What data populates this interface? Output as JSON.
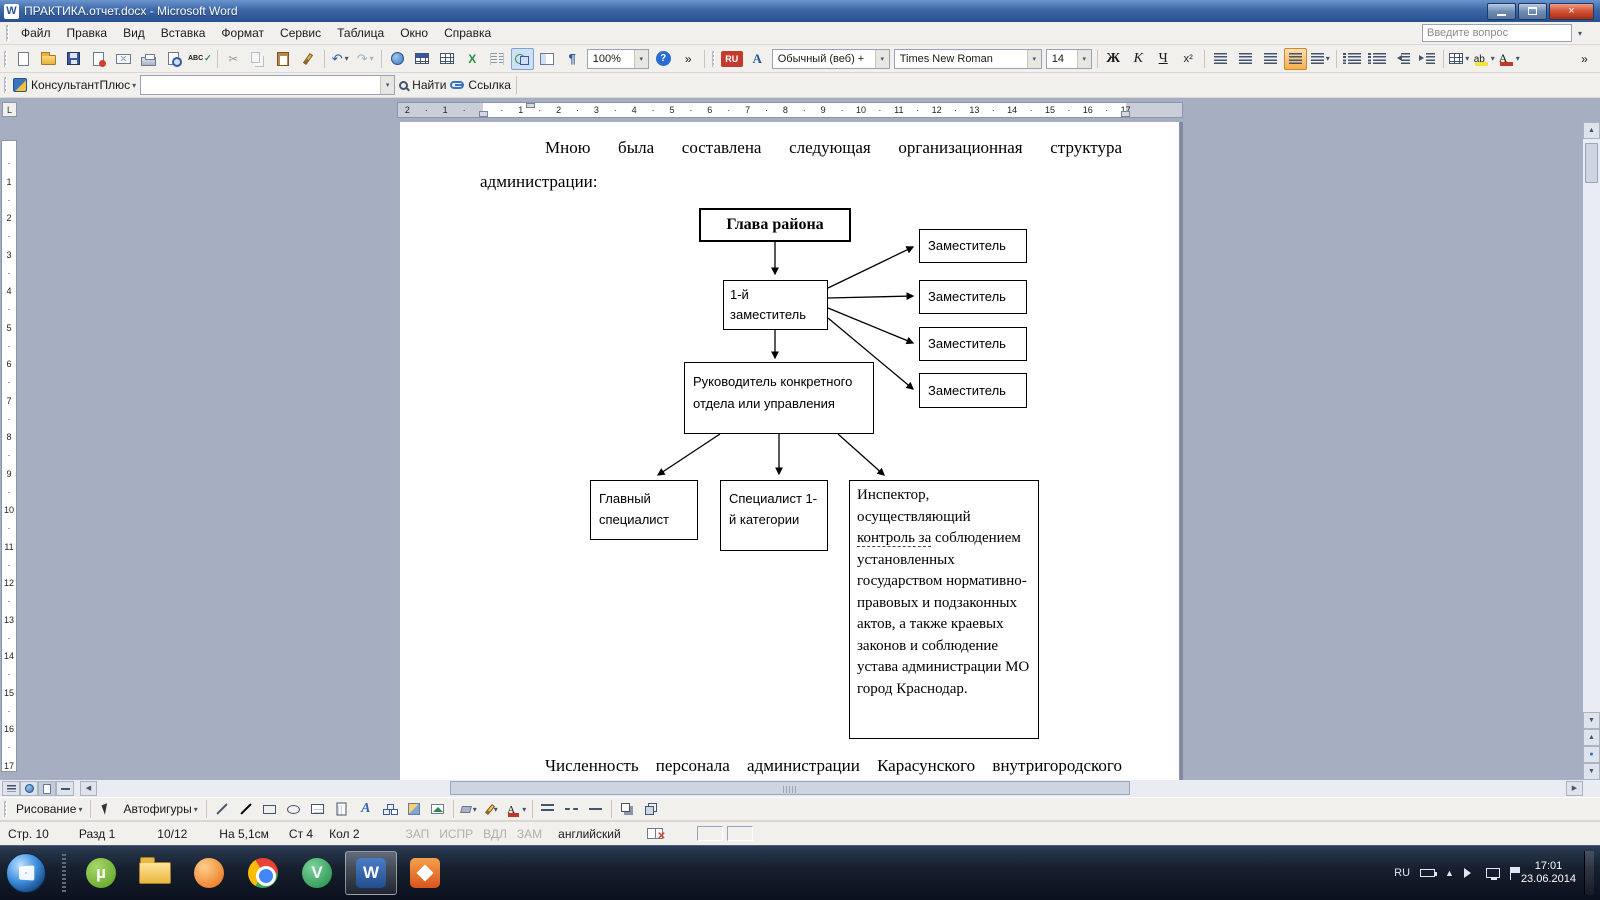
{
  "window": {
    "title": "ПРАКТИКА.отчет.docx - Microsoft Word"
  },
  "menubar": {
    "items": [
      "Файл",
      "Правка",
      "Вид",
      "Вставка",
      "Формат",
      "Сервис",
      "Таблица",
      "Окно",
      "Справка"
    ],
    "question_box": "Введите вопрос"
  },
  "standard_toolbar": {
    "zoom_value": "100%"
  },
  "formatting_toolbar": {
    "language_badge": "RU",
    "style_value": "Обычный (веб) +",
    "font_value": "Times New Roman",
    "size_value": "14",
    "bold_label": "Ж",
    "italic_label": "К",
    "underline_label": "Ч",
    "superscript_label": "x²"
  },
  "kp_toolbar": {
    "menu_label": "КонсультантПлюс",
    "find_label": "Найти",
    "link_label": "Ссылка"
  },
  "ruler": {
    "dot": "·",
    "h_margin": [
      "1",
      "2",
      "3"
    ],
    "h_main": [
      "1",
      "2",
      "3",
      "4",
      "5",
      "6",
      "7",
      "8",
      "9",
      "10",
      "11",
      "12",
      "13",
      "14",
      "15",
      "16",
      "17"
    ],
    "v_main": [
      "1",
      "2",
      "3",
      "4",
      "5",
      "6",
      "7",
      "8",
      "9",
      "10",
      "11",
      "12",
      "13",
      "14",
      "15",
      "16",
      "17"
    ]
  },
  "document": {
    "paragraph1_line1": "Мною была составлена следующая организационная структура",
    "paragraph1_line2": "администрации:",
    "closing_paragraph": "Численность персонала администрации Карасунского внутригородского",
    "orgchart": {
      "head": "Глава района",
      "first_deputy": "1-й заместитель",
      "deputies": [
        "Заместитель",
        "Заместитель",
        "Заместитель",
        "Заместитель"
      ],
      "manager": "Руководитель конкретного отдела или управления",
      "chief_specialist": "Главный специалист",
      "specialist": "Специалист 1-й категории",
      "inspector_before": "Инспектор, осуществляющий ",
      "inspector_underlined": "контроль за",
      "inspector_after": " соблюдением установленных государством нормативно-правовых и подзаконных актов, а также краевых законов и соблюдение устава администрации МО город Краснодар."
    }
  },
  "drawing_toolbar": {
    "draw_label": "Рисование",
    "autoshapes_label": "Автофигуры"
  },
  "status_bar": {
    "page": "Стр. 10",
    "section": "Разд 1",
    "page_count": "10/12",
    "position": "На 5,1см",
    "line": "Ст 4",
    "column": "Кол 2",
    "rec": "ЗАП",
    "track": "ИСПР",
    "ext": "ВДЛ",
    "ovr": "ЗАМ",
    "language": "английский"
  },
  "taskbar": {
    "tray_language": "RU",
    "time": "17:01",
    "date": "23.06.2014"
  },
  "icons": {
    "caret": "▾",
    "overflow": "»",
    "tab_selector": "L",
    "close_x": "×",
    "help": "?",
    "spelling": "ABC",
    "check": "✓",
    "cut": "✂",
    "undo": "↶",
    "redo": "↷",
    "excel": "X",
    "pilcrow": "¶",
    "letter_a": "А",
    "highlight_ab": "ab",
    "up": "▲",
    "down": "▼",
    "left": "◀",
    "right": "▶",
    "dot": "●",
    "mu": "µ",
    "w": "W",
    "v": "V",
    "spell_x": "✕"
  }
}
